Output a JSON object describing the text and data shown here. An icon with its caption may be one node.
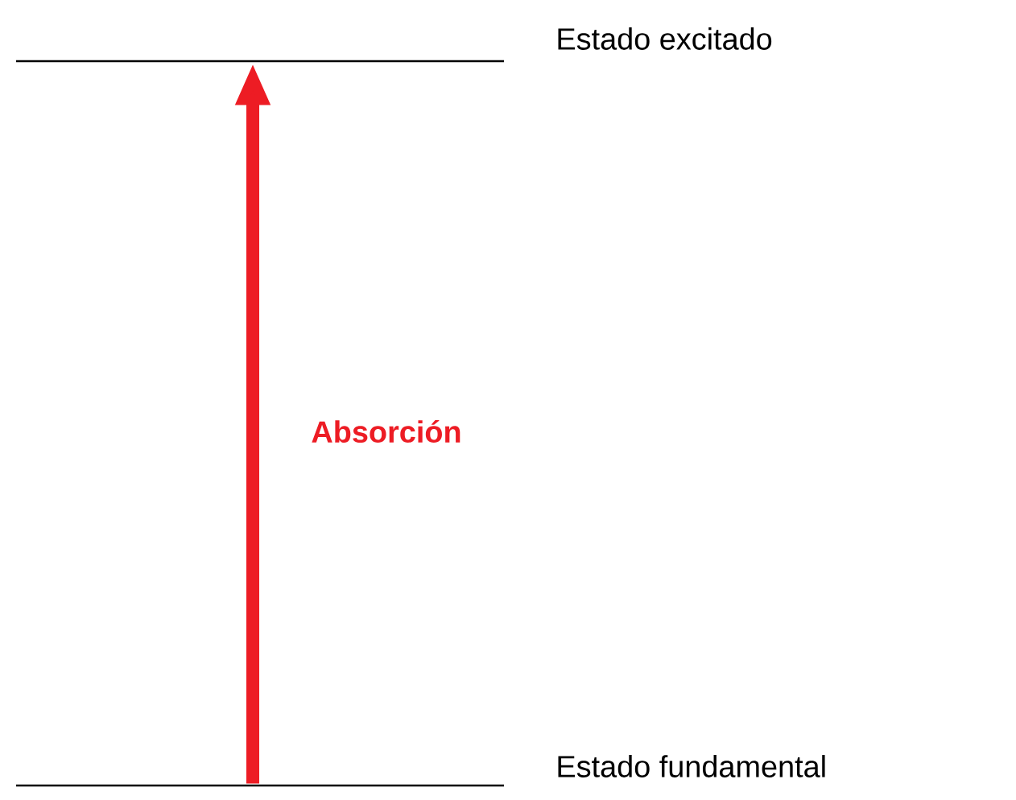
{
  "diagram": {
    "nodes": [
      {
        "text": [
          "Estado excitado"
        ]
      },
      {
        "text": [
          "Estado fundamental"
        ]
      }
    ],
    "edges": [
      {
        "from": 1,
        "to": 0,
        "arrow": "to",
        "label": "Absorción",
        "color": "#ed1c24"
      }
    ]
  }
}
